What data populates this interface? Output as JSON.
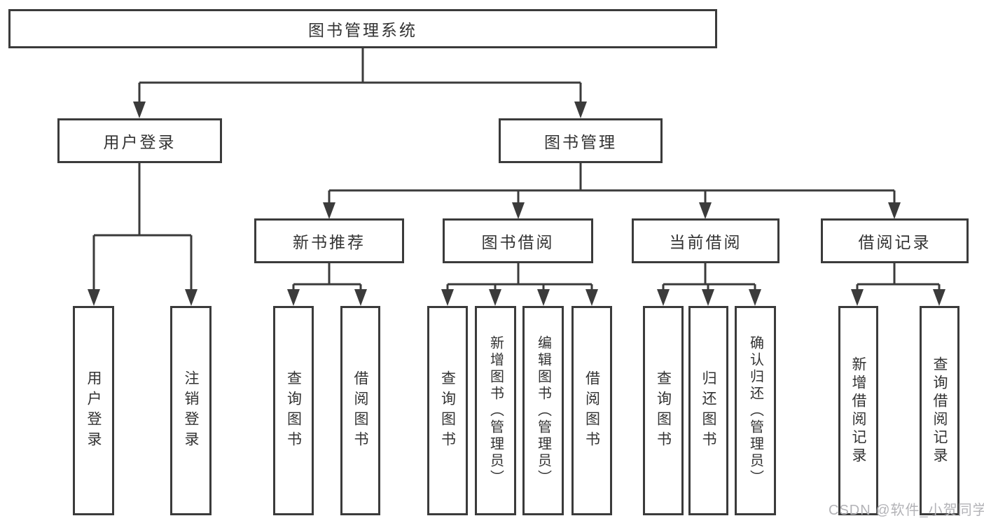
{
  "diagram": {
    "root": {
      "label": "图书管理系统"
    },
    "level2": [
      {
        "label": "用户登录"
      },
      {
        "label": "图书管理"
      }
    ],
    "level3": [
      {
        "label": "新书推荐"
      },
      {
        "label": "图书借阅"
      },
      {
        "label": "当前借阅"
      },
      {
        "label": "借阅记录"
      }
    ],
    "leaves": [
      {
        "label": "用户登录"
      },
      {
        "label": "注销登录"
      },
      {
        "label": "查询图书"
      },
      {
        "label": "借阅图书"
      },
      {
        "label": "查询图书"
      },
      {
        "label": "新增图书（管理员）"
      },
      {
        "label": "编辑图书（管理员）"
      },
      {
        "label": "借阅图书"
      },
      {
        "label": "查询图书"
      },
      {
        "label": "归还图书"
      },
      {
        "label": "确认归还（管理员）"
      },
      {
        "label": "新增借阅记录"
      },
      {
        "label": "查询借阅记录"
      }
    ]
  },
  "watermark": {
    "text": "CSDN @软件_小贺同学"
  },
  "colors": {
    "line": "#3b3b3b",
    "text": "#333333",
    "background": "#ffffff",
    "watermark": "#b3b3b7"
  }
}
